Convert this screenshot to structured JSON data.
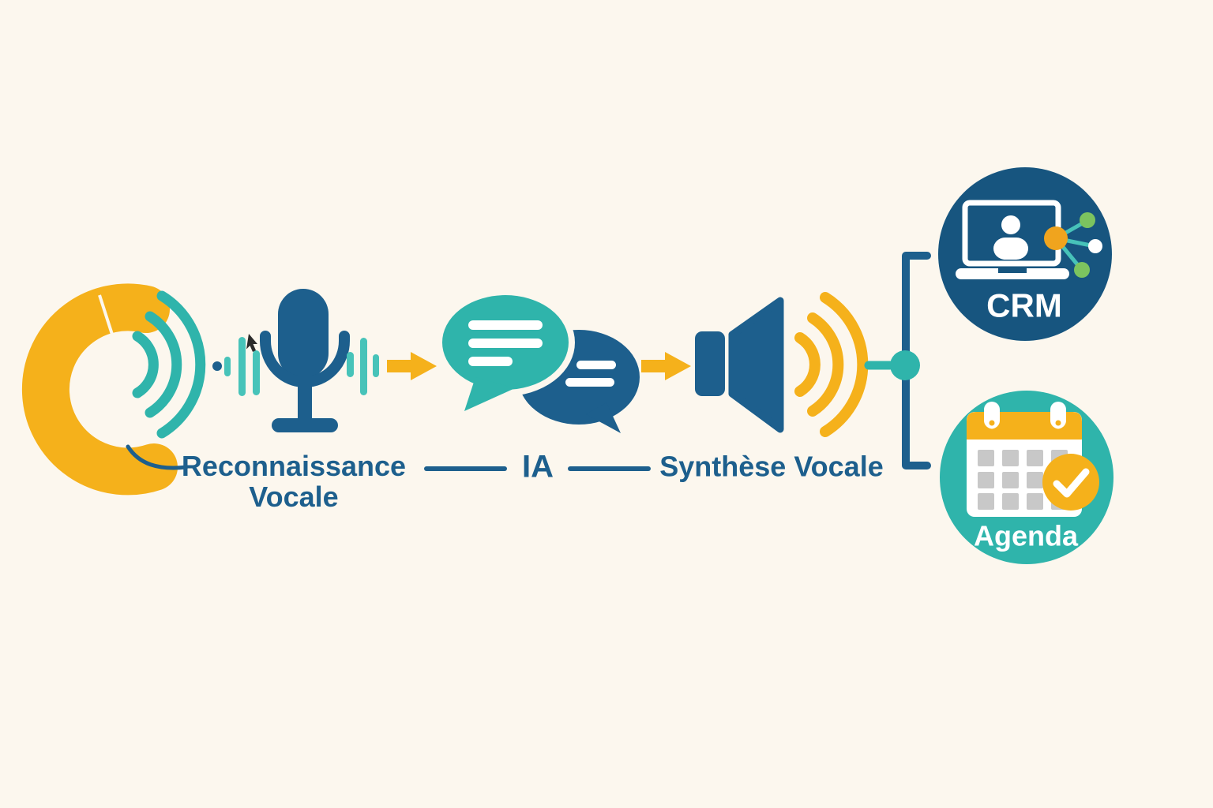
{
  "colors": {
    "background": "#FCF7EE",
    "yellow": "#F5B11B",
    "orange": "#F0A41E",
    "teal": "#2FB4AB",
    "teal_light": "#47C3B9",
    "blue": "#1D5F8D",
    "blue_deep": "#17557F",
    "green": "#7CC45F",
    "gray": "#C8C8C8",
    "white": "#FFFFFF"
  },
  "flow": {
    "input": {
      "icon": "phone-icon"
    },
    "recognition": {
      "icon": "microphone-icon",
      "label_line1": "Reconnaissance",
      "label_line2": "Vocale"
    },
    "ai": {
      "icon": "chat-bubbles-icon",
      "label": "IA"
    },
    "synthesis": {
      "icon": "speaker-icon",
      "label": "Synthèse Vocale"
    },
    "outputs": {
      "crm": {
        "icon": "laptop-network-icon",
        "label": "CRM"
      },
      "agenda": {
        "icon": "calendar-check-icon",
        "label": "Agenda"
      }
    }
  }
}
